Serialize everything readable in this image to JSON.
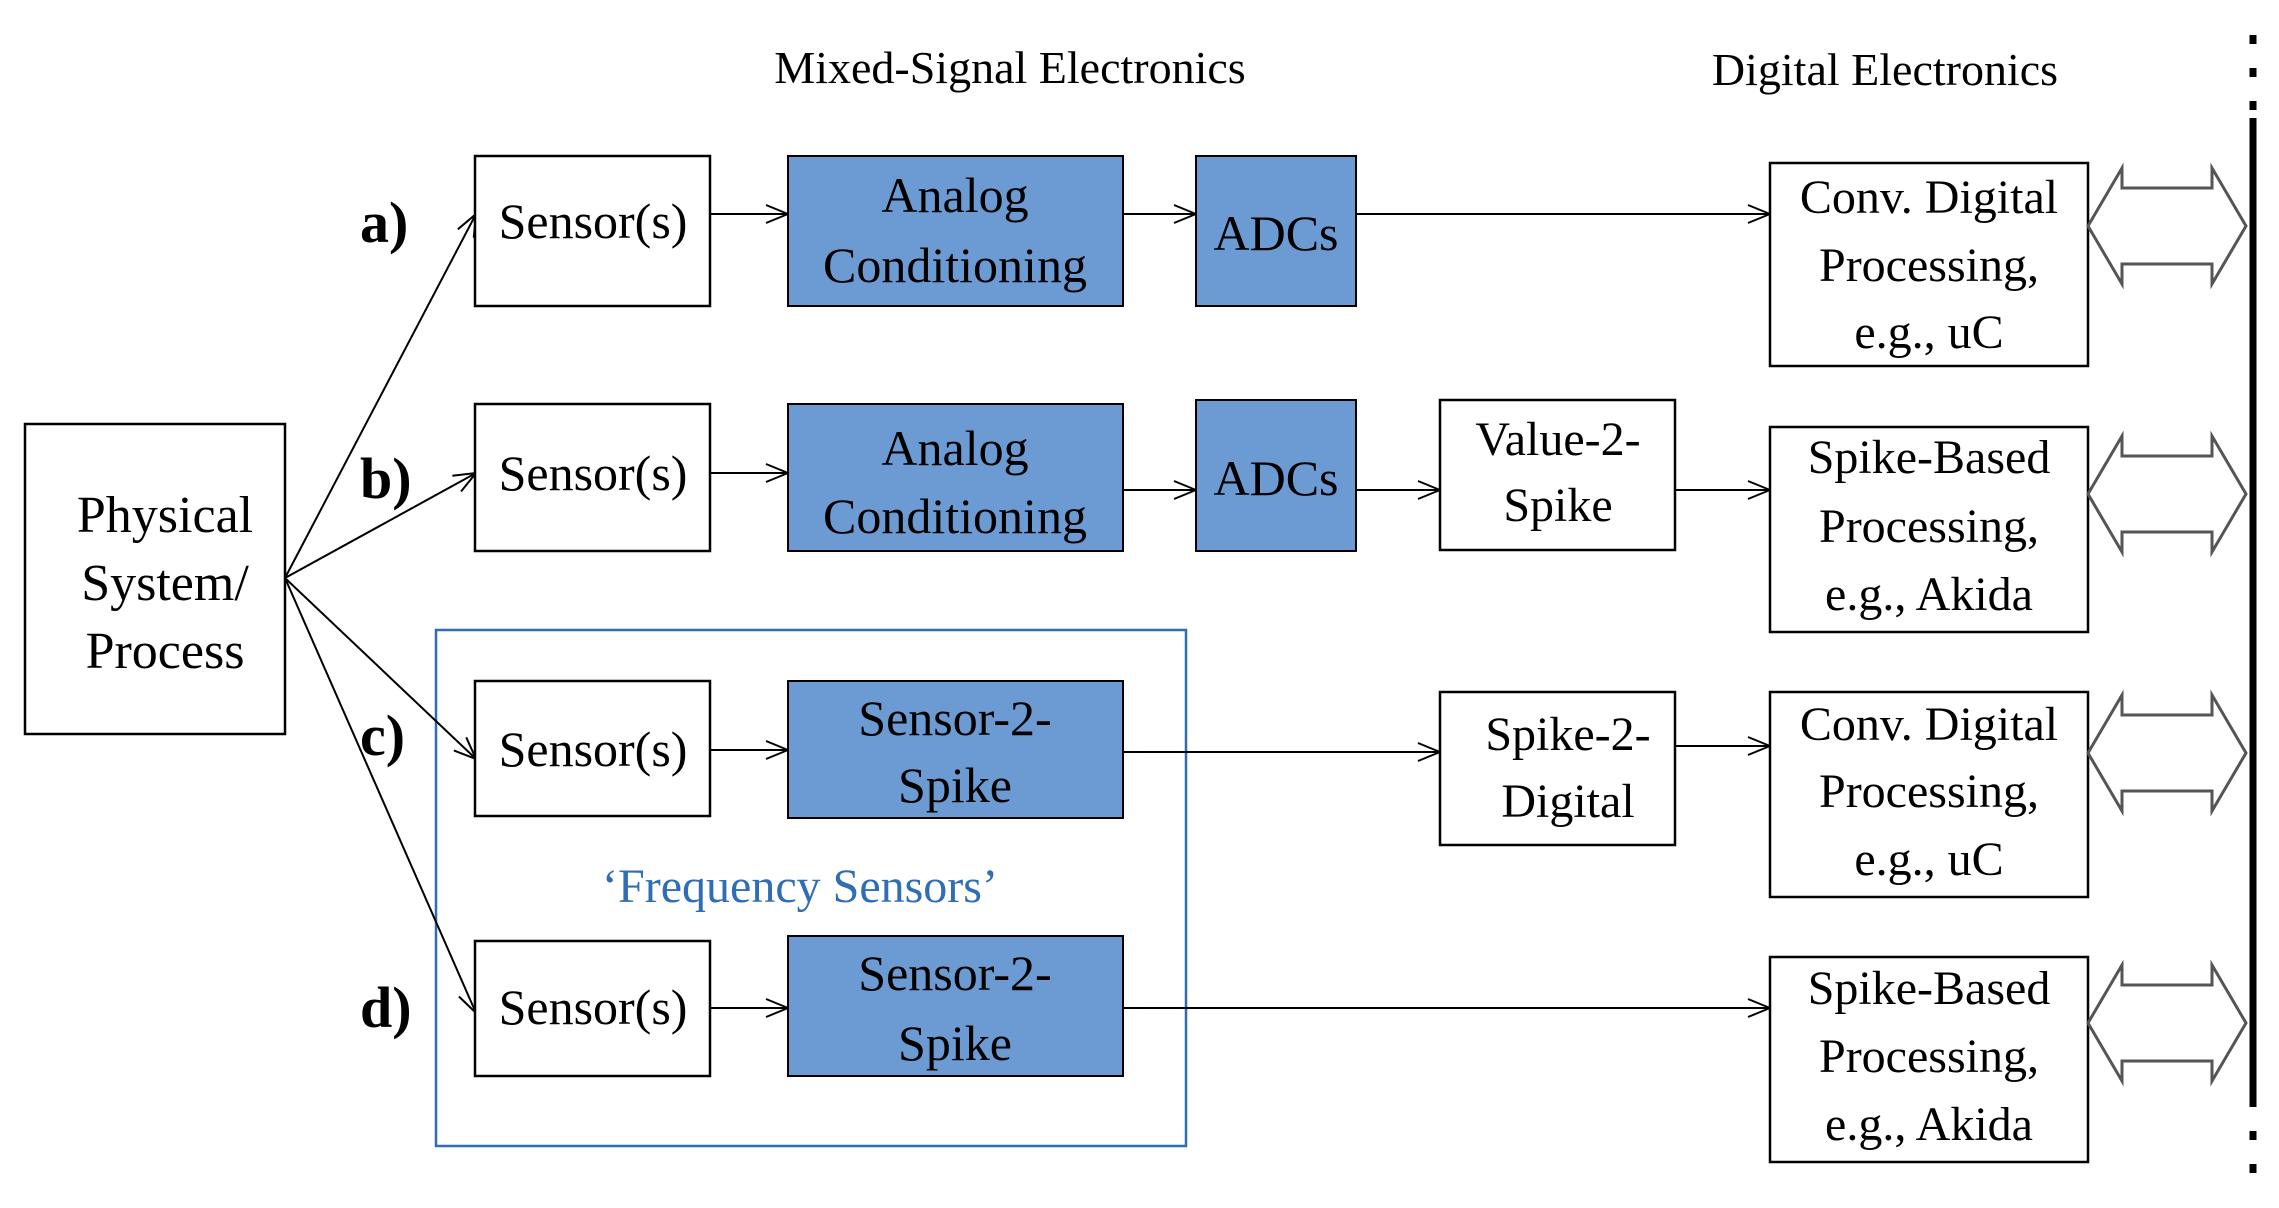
{
  "headers": {
    "mixed": "Mixed-Signal Electronics",
    "digital": "Digital Electronics"
  },
  "source": {
    "line1": "Physical",
    "line2": "System/",
    "line3": "Process"
  },
  "rows": {
    "a": {
      "label": "a)",
      "sensor": "Sensor(s)",
      "analog": {
        "line1": "Analog",
        "line2": "Conditioning"
      },
      "adc": "ADCs",
      "proc": {
        "line1": "Conv. Digital",
        "line2": "Processing,",
        "line3": "e.g., uC"
      }
    },
    "b": {
      "label": "b)",
      "sensor": "Sensor(s)",
      "analog": {
        "line1": "Analog",
        "line2": "Conditioning"
      },
      "adc": "ADCs",
      "convert": {
        "line1": "Value-2-",
        "line2": "Spike"
      },
      "proc": {
        "line1": "Spike-Based",
        "line2": "Processing,",
        "line3": "e.g., Akida"
      }
    },
    "c": {
      "label": "c)",
      "sensor": "Sensor(s)",
      "s2s": {
        "line1": "Sensor-2-",
        "line2": "Spike"
      },
      "convert": {
        "line1": "Spike-2-",
        "line2": "Digital"
      },
      "proc": {
        "line1": "Conv. Digital",
        "line2": "Processing,",
        "line3": "e.g., uC"
      }
    },
    "d": {
      "label": "d)",
      "sensor": "Sensor(s)",
      "s2s": {
        "line1": "Sensor-2-",
        "line2": "Spike"
      },
      "proc": {
        "line1": "Spike-Based",
        "line2": "Processing,",
        "line3": "e.g., Akida"
      }
    }
  },
  "group": {
    "label": "‘Frequency Sensors’"
  },
  "colors": {
    "blue_fill": "#6b9bd2",
    "group_border": "#2f6db5",
    "group_text": "#2f6db5",
    "line": "#000000",
    "double_arrow": "#555555"
  }
}
